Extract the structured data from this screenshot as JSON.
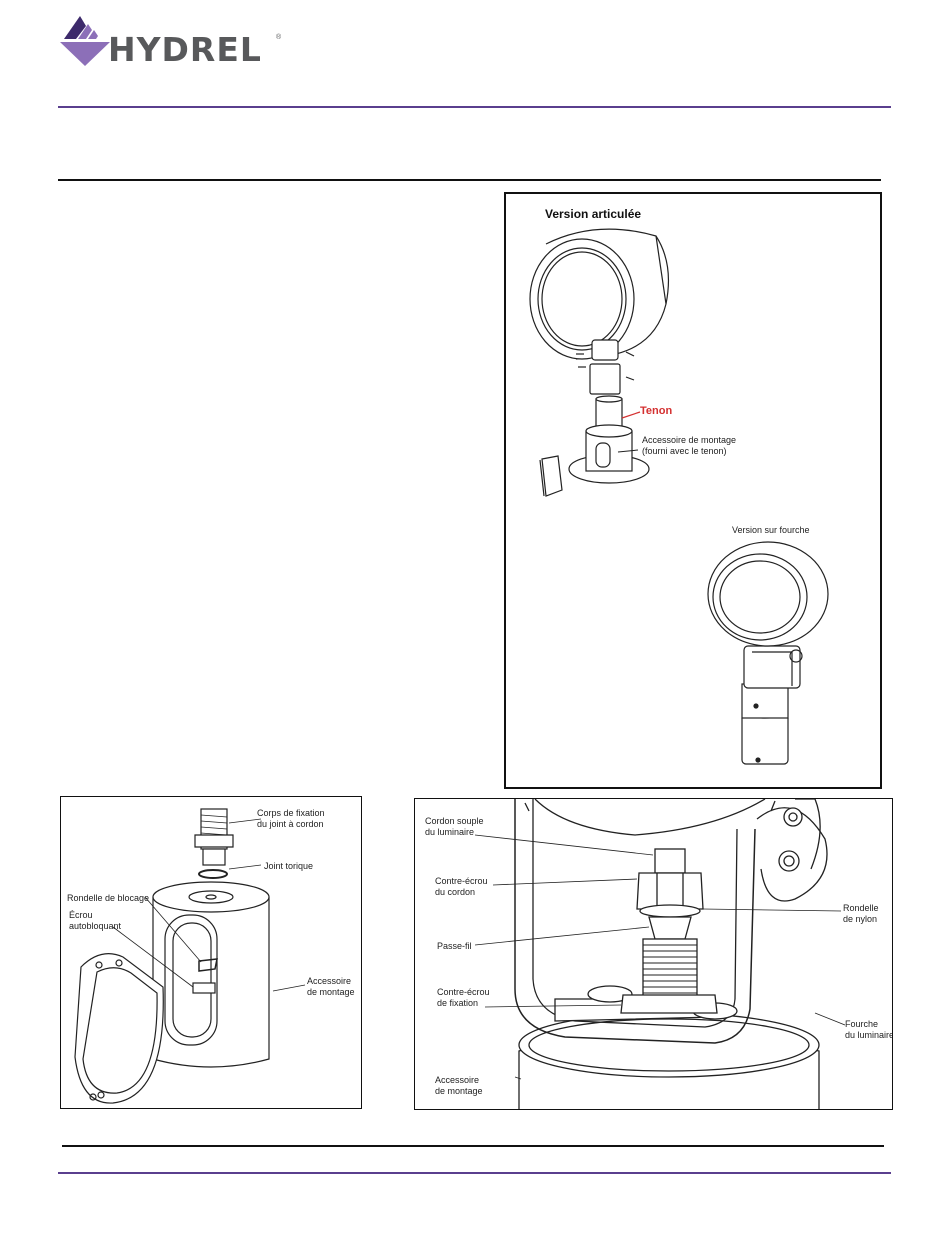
{
  "header": {
    "brand": "HYDREL",
    "registered": "®",
    "colors": {
      "logo_purple": "#8c6fb8",
      "logo_dark": "#3d2a6b",
      "wordmark": "#58595b",
      "rule_purple": "#5a3f8e"
    }
  },
  "panel_top": {
    "title_articulated": "Version articulée",
    "tenon_label": "Tenon",
    "mounting_line1": "Accessoire de montage",
    "mounting_line2": "(fourni avec le tenon)",
    "title_yoke": "Version sur fourche"
  },
  "panel_left": {
    "l1a": "Corps de fixation",
    "l1b": "du joint à cordon",
    "l2": "Joint torique",
    "l3": "Rondelle de blocage",
    "l4a": "Écrou",
    "l4b": "autobloquant",
    "l5a": "Accessoire",
    "l5b": "de montage"
  },
  "panel_right": {
    "r1a": "Cordon souple",
    "r1b": "du luminaire",
    "r2a": "Contre-écrou",
    "r2b": "du cordon",
    "r3": "Passe-fil",
    "r4a": "Contre-écrou",
    "r4b": "de fixation",
    "r5a": "Accessoire",
    "r5b": "de montage",
    "r6a": "Rondelle",
    "r6b": "de nylon",
    "r7a": "Fourche",
    "r7b": "du luminaire"
  }
}
